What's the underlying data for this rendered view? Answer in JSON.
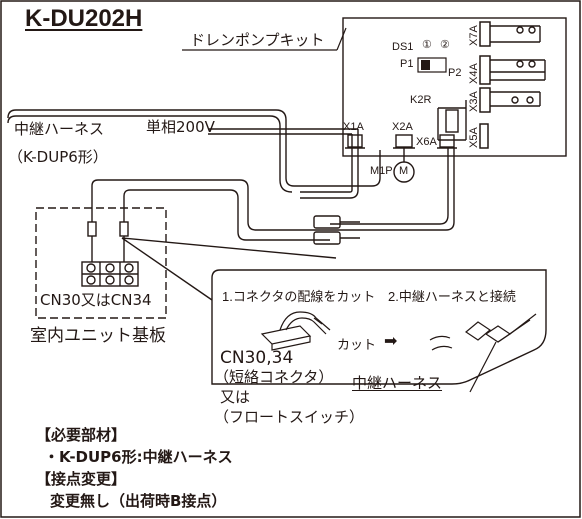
{
  "title": "K-DU202H",
  "kit_label": "ドレンポンプキット",
  "terminals": {
    "ds1": "DS1",
    "pos1": "①",
    "pos2": "②",
    "p1": "P1",
    "p2": "P2",
    "x7a": "X7A",
    "x4a": "X4A",
    "x3a": "X3A",
    "x5a": "X5A",
    "k2r": "K2R",
    "x1a": "X1A",
    "x2a": "X2A",
    "x6a": "X6A",
    "m1p": "M1P",
    "motor": "M"
  },
  "harness_label": "中継ハーネス",
  "harness_model": "（K-DUP6形）",
  "power_label": "単相200V",
  "connector_label": "CN30又はCN34",
  "board_label": "室内ユニット基板",
  "step1": "1.コネクタの配線をカット",
  "step2": "2.中継ハーネスと接続",
  "cut_label": "カット",
  "cut_arrow": "➡",
  "short_connector": {
    "line1": "CN30,34",
    "line2": "（短絡コネクタ）",
    "line3": "又は",
    "line4": "（フロートスイッチ）"
  },
  "harness_callout": "中継ハーネス",
  "notes": {
    "required_heading": "【必要部材】",
    "required_item": "・K-DUP6形:中継ハーネス",
    "contact_heading": "【接点変更】",
    "contact_item": "変更無し（出荷時B接点）"
  }
}
